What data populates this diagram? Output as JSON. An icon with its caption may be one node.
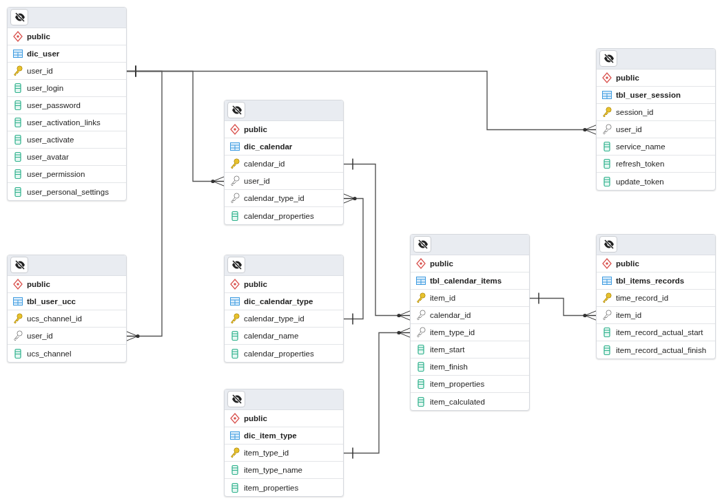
{
  "diagram": {
    "nodes": [
      {
        "text": [
          "public",
          "dic_user"
        ]
      },
      {
        "text": [
          "user_id"
        ],
        "in": 0
      },
      {
        "text": [
          "user_login"
        ],
        "in": 0
      },
      {
        "text": [
          "user_password"
        ],
        "in": 0
      },
      {
        "text": [
          "user_activation_links"
        ],
        "in": 0
      },
      {
        "text": [
          "user_activate"
        ],
        "in": 0
      },
      {
        "text": [
          "user_avatar"
        ],
        "in": 0
      },
      {
        "text": [
          "user_permission"
        ],
        "in": 0
      },
      {
        "text": [
          "user_personal_settings"
        ],
        "in": 0
      },
      {
        "text": [
          "public",
          "tbl_user_session"
        ]
      },
      {
        "text": [
          "session_id"
        ],
        "in": 9
      },
      {
        "text": [
          "user_id"
        ],
        "in": 9
      },
      {
        "text": [
          "service_name"
        ],
        "in": 9
      },
      {
        "text": [
          "refresh_token"
        ],
        "in": 9
      },
      {
        "text": [
          "update_token"
        ],
        "in": 9
      },
      {
        "text": [
          "public",
          "dic_calendar"
        ]
      },
      {
        "text": [
          "calendar_id"
        ],
        "in": 15
      },
      {
        "text": [
          "user_id"
        ],
        "in": 15
      },
      {
        "text": [
          "calendar_type_id"
        ],
        "in": 15
      },
      {
        "text": [
          "calendar_properties"
        ],
        "in": 15
      },
      {
        "text": [
          "public",
          "tbl_user_ucc"
        ]
      },
      {
        "text": [
          "ucs_channel_id"
        ],
        "in": 20
      },
      {
        "text": [
          "user_id"
        ],
        "in": 20
      },
      {
        "text": [
          "ucs_channel"
        ],
        "in": 20
      },
      {
        "text": [
          "public",
          "dic_calendar_type"
        ]
      },
      {
        "text": [
          "calendar_type_id"
        ],
        "in": 24
      },
      {
        "text": [
          "calendar_name"
        ],
        "in": 24
      },
      {
        "text": [
          "calendar_properties"
        ],
        "in": 24
      },
      {
        "text": [
          "public",
          "tbl_calendar_items"
        ]
      },
      {
        "text": [
          "item_id"
        ],
        "in": 28
      },
      {
        "text": [
          "calendar_id"
        ],
        "in": 28
      },
      {
        "text": [
          "item_type_id"
        ],
        "in": 28
      },
      {
        "text": [
          "item_start"
        ],
        "in": 28
      },
      {
        "text": [
          "item_finish"
        ],
        "in": 28
      },
      {
        "text": [
          "item_properties"
        ],
        "in": 28
      },
      {
        "text": [
          "item_calculated"
        ],
        "in": 28
      },
      {
        "text": [
          "public",
          "tbl_items_records"
        ]
      },
      {
        "text": [
          "time_record_id"
        ],
        "in": 36
      },
      {
        "text": [
          "item_id"
        ],
        "in": 36
      },
      {
        "text": [
          "item_record_actual_start"
        ],
        "in": 36
      },
      {
        "text": [
          "item_record_actual_finish"
        ],
        "in": 36
      },
      {
        "text": [
          "public",
          "dic_item_type"
        ]
      },
      {
        "text": [
          "item_type_id"
        ],
        "in": 41
      },
      {
        "text": [
          "item_type_name"
        ],
        "in": 41
      },
      {
        "text": [
          "item_properties"
        ],
        "in": 41
      }
    ],
    "edges": [
      {
        "from": 1,
        "to": 11,
        "arrow": "other"
      },
      {
        "from": 1,
        "to": 17,
        "arrow": "other"
      },
      {
        "from": 1,
        "to": 22,
        "arrow": "other"
      },
      {
        "from": 16,
        "to": 30,
        "arrow": "other"
      },
      {
        "from": 25,
        "to": 18,
        "arrow": "other"
      },
      {
        "from": 42,
        "to": 31,
        "arrow": "other"
      },
      {
        "from": 29,
        "to": 38,
        "arrow": "other"
      }
    ]
  }
}
